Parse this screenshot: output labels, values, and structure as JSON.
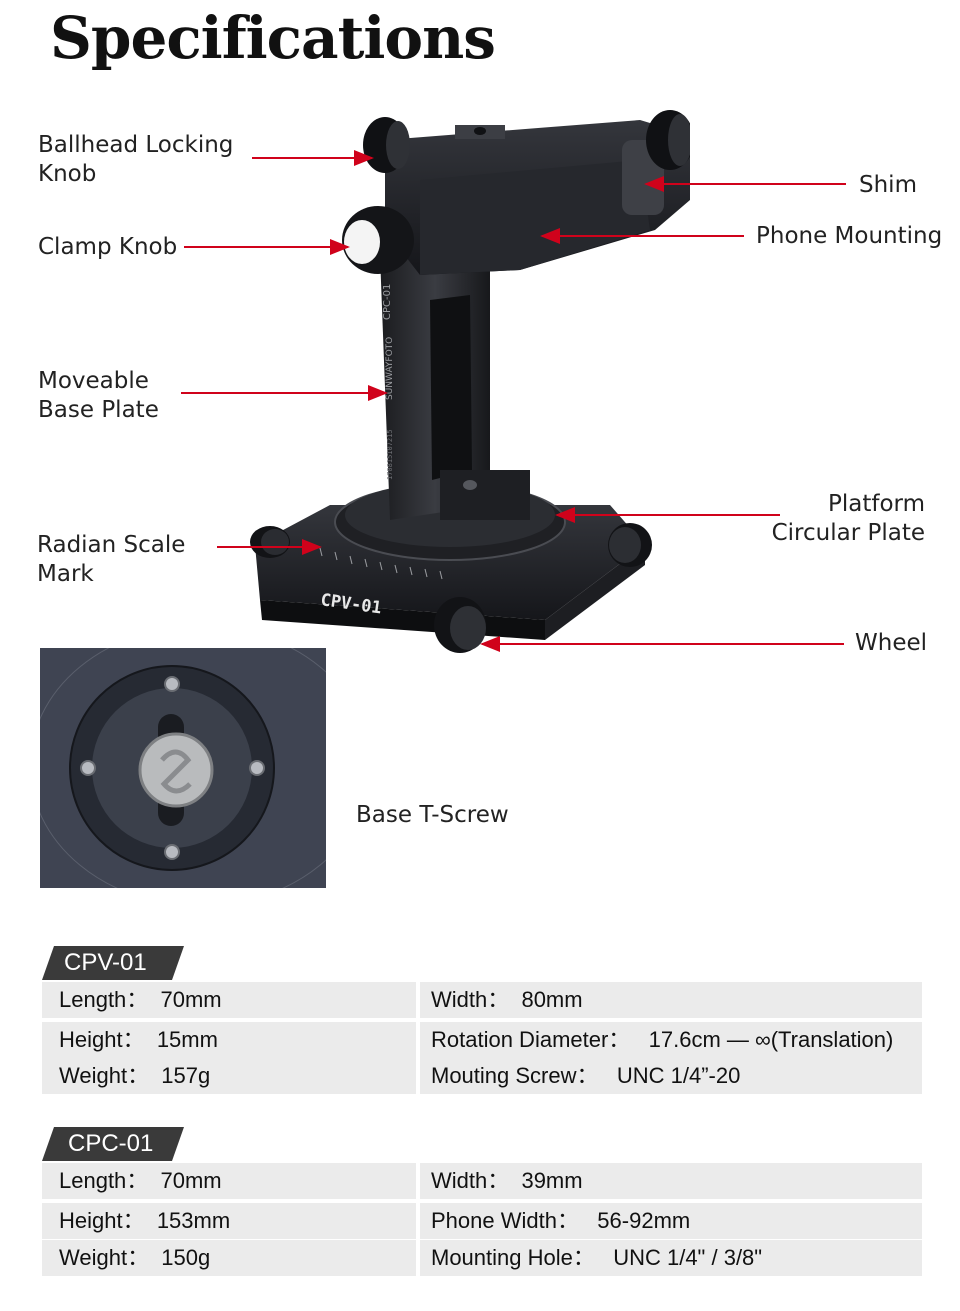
{
  "title": "Specifications",
  "callouts": {
    "ballhead_locking_knob": "Ballhead Locking\nKnob",
    "clamp_knob": "Clamp Knob",
    "moveable_base_plate": "Moveable\nBase Plate",
    "radian_scale_mark": "Radian Scale\nMark",
    "shim": "Shim",
    "phone_mounting": "Phone Mounting",
    "platform_circular_plate": "Platform\nCircular Plate",
    "wheel": "Wheel",
    "base_t_screw": "Base T-Screw"
  },
  "product_labels": {
    "base_model": "CPV-01",
    "clamp_model": "CPC-01",
    "brand": "SUNWAYFOTO",
    "serial": "170815107215"
  },
  "colors": {
    "arrow": "#d0021b",
    "tab": "#3a3a3a",
    "cell": "#ebebeb"
  },
  "specs": [
    {
      "model": "CPV-01",
      "rows": [
        {
          "left": "Length：  70mm",
          "right": "Width：  80mm"
        },
        {
          "left": "Height：  15mm",
          "right": "Rotation Diameter：   17.6cm — ∞(Translation)"
        },
        {
          "left": "Weight：  157g",
          "right": "Mouting Screw：   UNC 1/4”-20"
        }
      ]
    },
    {
      "model": "CPC-01",
      "rows": [
        {
          "left": "Length：  70mm",
          "right": "Width：  39mm"
        },
        {
          "left": "Height：  153mm",
          "right": "Phone Width：   56-92mm"
        },
        {
          "left": "Weight：  150g",
          "right": "Mounting Hole：   UNC 1/4\" / 3/8\""
        }
      ]
    }
  ]
}
